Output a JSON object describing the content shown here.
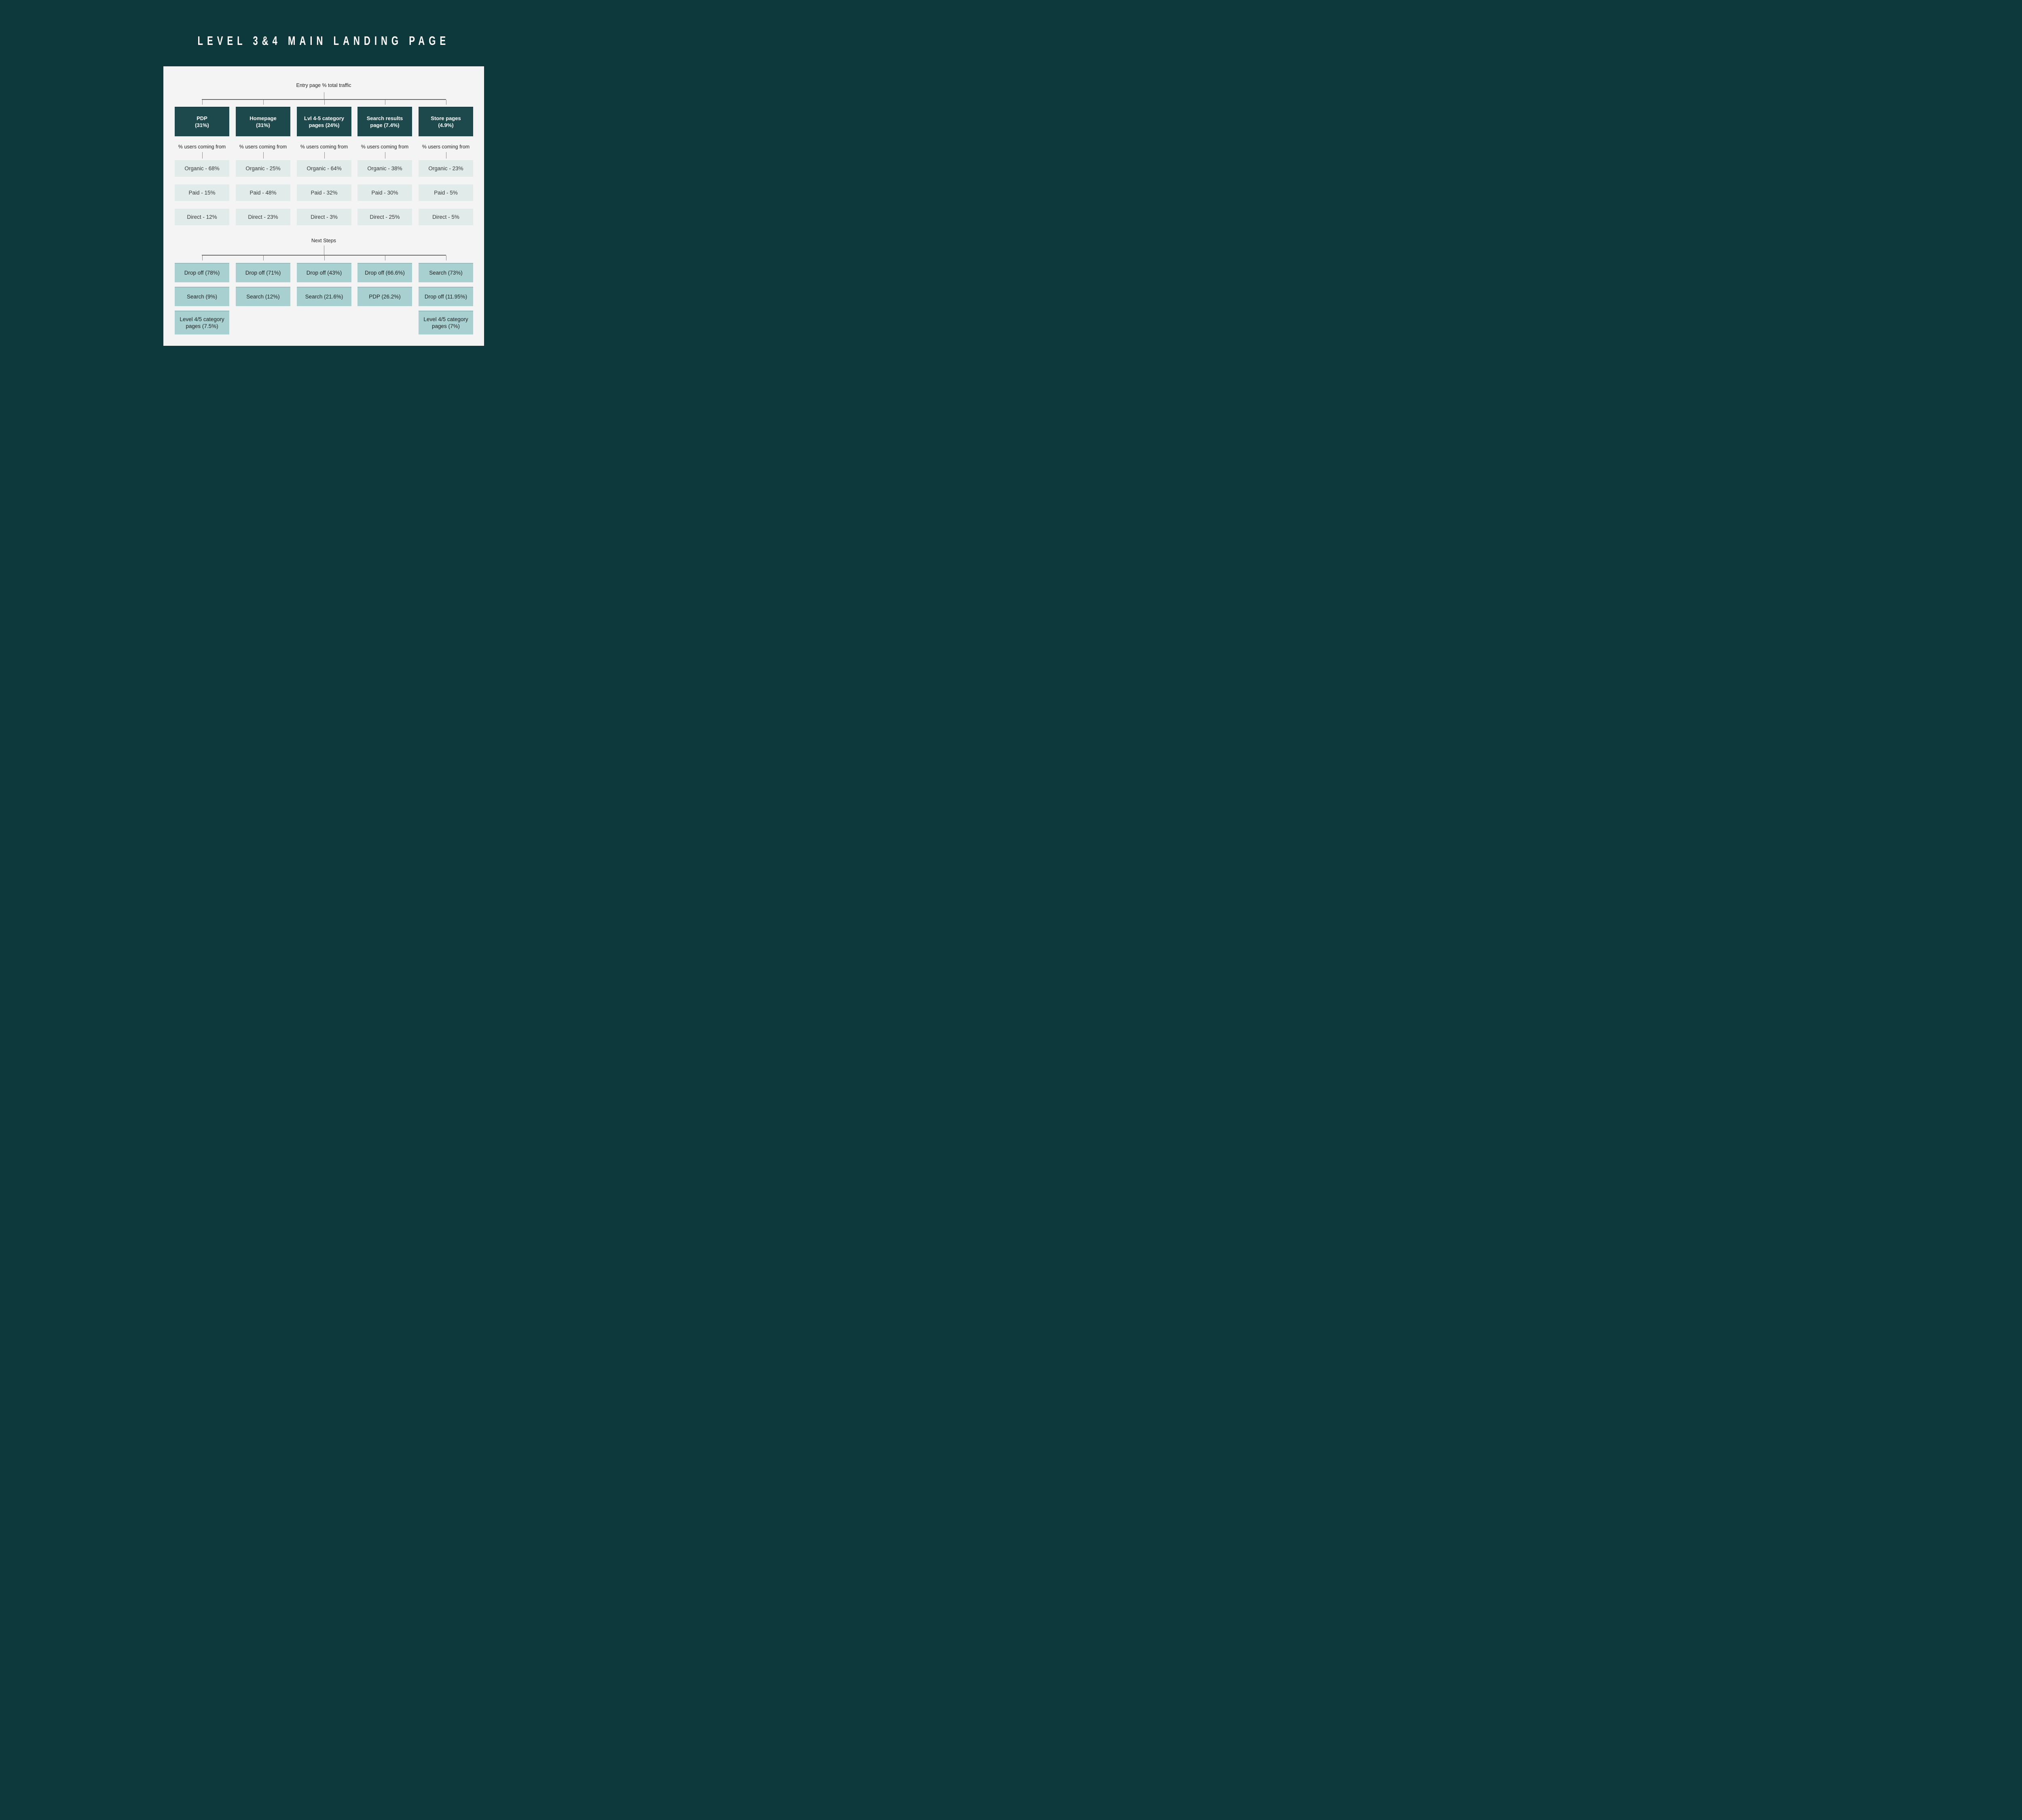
{
  "page": {
    "title": "LEVEL 3&4 MAIN LANDING PAGE"
  },
  "diagram": {
    "entry_header": "Entry page % total traffic",
    "sources_header": "% users coming from",
    "next_steps_header": "Next Steps",
    "colors": {
      "background": "#0e393c",
      "panel": "#f3f4f3",
      "entry_box": "#1e494c",
      "source_box": "#e1ebe9",
      "next_step_box": "#a9d0d0",
      "connector_line": "#8a8a8a"
    },
    "columns": [
      {
        "id": "pdp",
        "entry_lines": [
          "PDP",
          "(31%)"
        ],
        "sources": [
          "Organic - 68%",
          "Paid - 15%",
          "Direct - 12%"
        ],
        "next_steps": [
          "Drop off (78%)",
          "Search (9%)",
          "Level 4/5 category pages (7.5%)"
        ]
      },
      {
        "id": "homepage",
        "entry_lines": [
          "Homepage",
          "(31%)"
        ],
        "sources": [
          "Organic - 25%",
          "Paid - 48%",
          "Direct - 23%"
        ],
        "next_steps": [
          "Drop off (71%)",
          "Search (12%)"
        ]
      },
      {
        "id": "lvl-4-5-category-pages",
        "entry_lines": [
          "Lvl 4-5 category",
          "pages (24%)"
        ],
        "sources": [
          "Organic - 64%",
          "Paid - 32%",
          "Direct - 3%"
        ],
        "next_steps": [
          "Drop off (43%)",
          "Search (21.6%)"
        ]
      },
      {
        "id": "search-results-page",
        "entry_lines": [
          "Search results",
          "page (7.4%)"
        ],
        "sources": [
          "Organic - 38%",
          "Paid - 30%",
          "Direct - 25%"
        ],
        "next_steps": [
          "Drop off (66.6%)",
          "PDP (26.2%)"
        ]
      },
      {
        "id": "store-pages",
        "entry_lines": [
          "Store pages",
          "(4.9%)"
        ],
        "sources": [
          "Organic - 23%",
          "Paid - 5%",
          "Direct - 5%"
        ],
        "next_steps": [
          "Search (73%)",
          "Drop off (11.95%)",
          "Level 4/5 category pages (7%)"
        ]
      }
    ]
  }
}
